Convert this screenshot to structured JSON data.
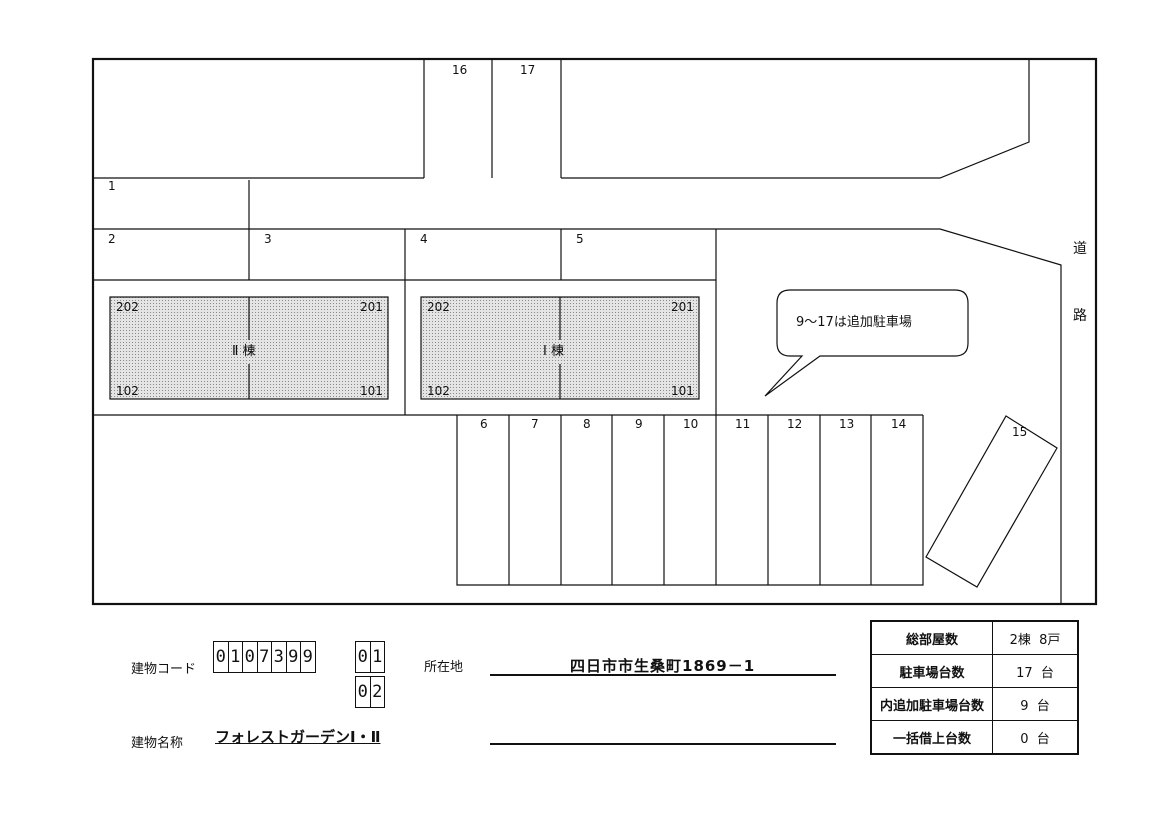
{
  "site": {
    "parking_numbers": [
      "1",
      "2",
      "3",
      "4",
      "5",
      "6",
      "7",
      "8",
      "9",
      "10",
      "11",
      "12",
      "13",
      "14",
      "15",
      "16",
      "17"
    ],
    "road_label": [
      "道",
      "路"
    ],
    "note": "9～17は追加駐車場"
  },
  "buildings": [
    {
      "name": "Ⅱ 棟",
      "rooms": {
        "tl": "202",
        "tr": "201",
        "bl": "102",
        "br": "101"
      }
    },
    {
      "name": "Ⅰ 棟",
      "rooms": {
        "tl": "202",
        "tr": "201",
        "bl": "102",
        "br": "101"
      }
    }
  ],
  "info": {
    "code_label": "建物コード",
    "code_digits": [
      "0",
      "1",
      "0",
      "7",
      "3",
      "9",
      "9"
    ],
    "building_numbers": [
      [
        "0",
        "1"
      ],
      [
        "0",
        "2"
      ]
    ],
    "name_label": "建物名称",
    "name_value": "フォレストガーデンⅠ・Ⅱ",
    "address_label": "所在地",
    "address_value": "四日市市生桑町1869－1"
  },
  "summary": [
    {
      "label": "総部屋数",
      "value": "2棟  8戸"
    },
    {
      "label": "駐車場台数",
      "value": "17  台"
    },
    {
      "label": "内追加駐車場台数",
      "value": "9  台"
    },
    {
      "label": "一括借上台数",
      "value": "0  台"
    }
  ],
  "colors": {
    "line": "#111111",
    "building_fill": "#d6d6d6"
  }
}
